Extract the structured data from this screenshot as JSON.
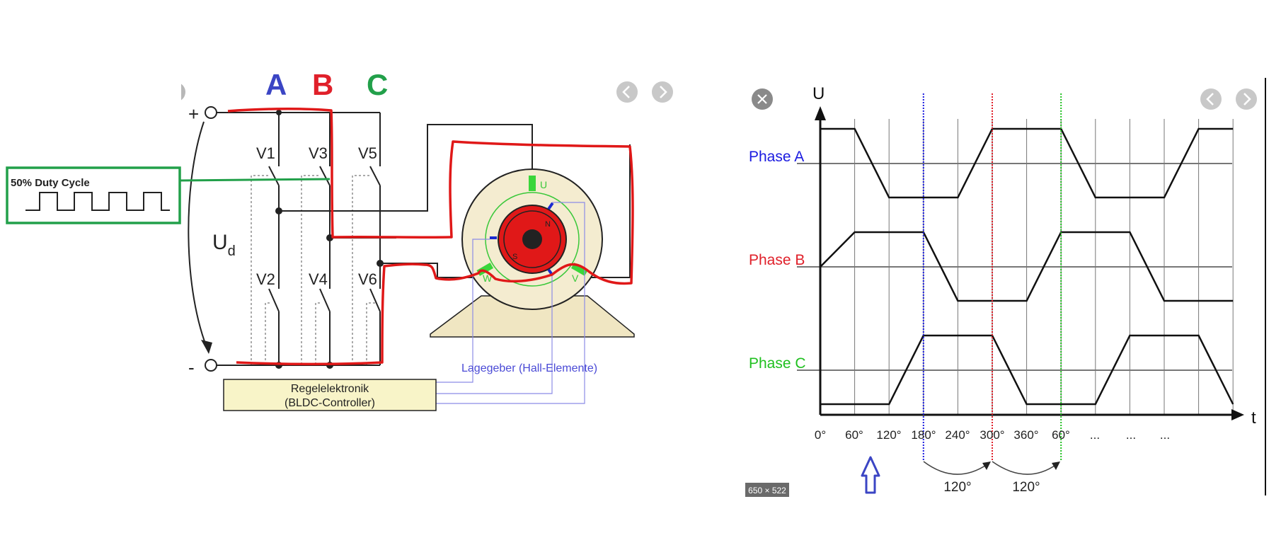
{
  "left_panel": {
    "phase_labels": [
      "A",
      "B",
      "C"
    ],
    "phase_label_colors": [
      "#3b45c4",
      "#e0202a",
      "#22a04a"
    ],
    "terminal_plus": "+",
    "terminal_minus": "-",
    "voltage_label": "U",
    "voltage_subscript": "d",
    "duty_cycle_label": "50% Duty Cycle",
    "switch_labels_top": [
      "V1",
      "V3",
      "V5"
    ],
    "switch_labels_bottom": [
      "V2",
      "V4",
      "V6"
    ],
    "motor_labels": {
      "u": "U",
      "v": "V",
      "w": "W",
      "n": "N",
      "s": "S"
    },
    "hall_sensor_label": "Lagegeber (Hall-Elemente)",
    "controller_line1": "Regelelektronik",
    "controller_line2": "(BLDC-Controller)",
    "nav_prev_icon": "chevron-left-icon",
    "nav_next_icon": "chevron-right-icon"
  },
  "right_panel": {
    "close_icon": "close-icon",
    "y_axis_label": "U",
    "x_axis_label": "t",
    "phases": [
      {
        "label": "Phase A",
        "color": "#1a1ae0"
      },
      {
        "label": "Phase B",
        "color": "#e0202a"
      },
      {
        "label": "Phase C",
        "color": "#1fc01f"
      }
    ],
    "x_tick_labels": [
      "0°",
      "60°",
      "120°",
      "180°",
      "240°",
      "300°",
      "360°",
      "60°",
      "...",
      "...",
      "..."
    ],
    "shift_label_1": "120°",
    "shift_label_2": "120°",
    "image_size_badge": "650 × 522",
    "marker_colors": {
      "blue": "#1a1ae0",
      "red": "#e0202a",
      "green": "#1fc01f"
    },
    "nav_prev_icon": "chevron-left-icon",
    "nav_next_icon": "chevron-right-icon"
  }
}
